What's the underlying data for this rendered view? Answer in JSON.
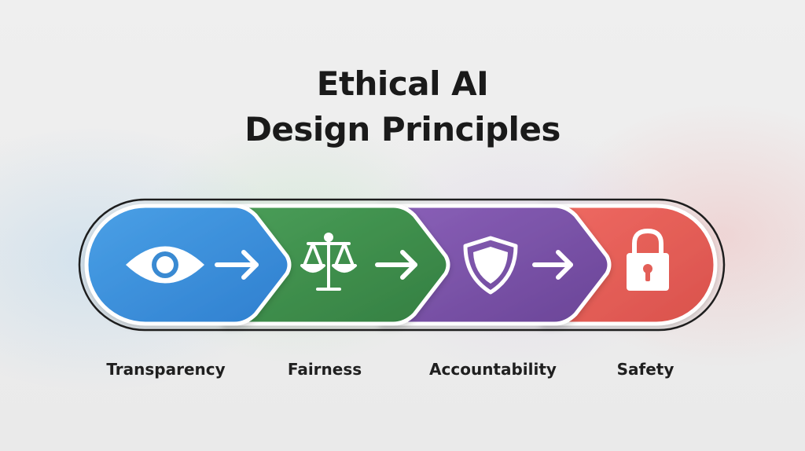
{
  "title": {
    "line1": "Ethical AI",
    "line2": "Design Principles"
  },
  "principles": [
    {
      "label": "Transparency",
      "icon": "eye-icon",
      "color": "#3f8fd6"
    },
    {
      "label": "Fairness",
      "icon": "scales-icon",
      "color": "#3f8f4c"
    },
    {
      "label": "Accountability",
      "icon": "shield-icon",
      "color": "#7b52a6"
    },
    {
      "label": "Safety",
      "icon": "lock-icon",
      "color": "#e35f58"
    }
  ]
}
